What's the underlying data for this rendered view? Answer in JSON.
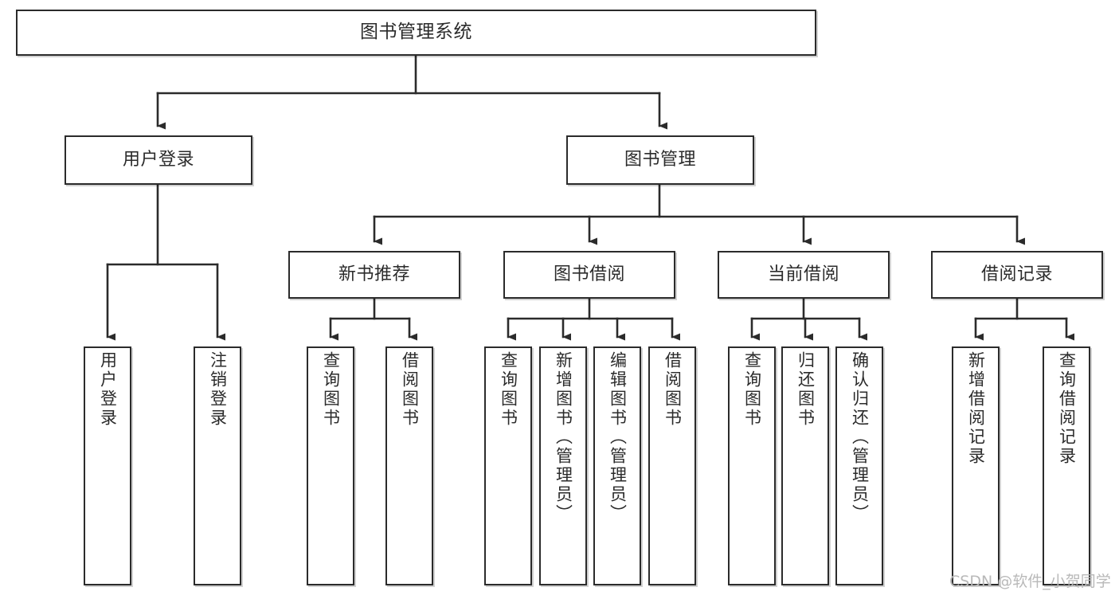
{
  "diagram": {
    "title": "图书管理系统",
    "type": "tree",
    "orientation": "top-down",
    "line_color": "#2b2b2b",
    "box_fill": "#ffffff",
    "text_color": "#2b2b2b"
  },
  "nodes": {
    "root": {
      "label": "图书管理系统"
    },
    "level2": [
      {
        "id": "user-login",
        "label": "用户登录"
      },
      {
        "id": "book-management",
        "label": "图书管理"
      }
    ],
    "level3": [
      {
        "id": "new-book-recommend",
        "label": "新书推荐"
      },
      {
        "id": "book-borrow",
        "label": "图书借阅"
      },
      {
        "id": "current-borrow",
        "label": "当前借阅"
      },
      {
        "id": "borrow-record",
        "label": "借阅记录"
      }
    ],
    "leaves": {
      "user_login": [
        {
          "id": "leaf-user-login",
          "label": "用户登录"
        },
        {
          "id": "leaf-logout-login",
          "label": "注销登录"
        }
      ],
      "new_book_recommend": [
        {
          "id": "leaf-query-book-1",
          "label": "查询图书"
        },
        {
          "id": "leaf-borrow-book-1",
          "label": "借阅图书"
        }
      ],
      "book_borrow": [
        {
          "id": "leaf-query-book-2",
          "label": "查询图书"
        },
        {
          "id": "leaf-add-book",
          "label": "新增图书（管理员）"
        },
        {
          "id": "leaf-edit-book",
          "label": "编辑图书（管理员）"
        },
        {
          "id": "leaf-borrow-book-2",
          "label": "借阅图书"
        }
      ],
      "current_borrow": [
        {
          "id": "leaf-query-book-3",
          "label": "查询图书"
        },
        {
          "id": "leaf-return-book",
          "label": "归还图书"
        },
        {
          "id": "leaf-confirm-return",
          "label": "确认归还（管理员）"
        }
      ],
      "borrow_record": [
        {
          "id": "leaf-add-record",
          "label": "新增借阅记录"
        },
        {
          "id": "leaf-query-record",
          "label": "查询借阅记录"
        }
      ]
    }
  },
  "watermark": {
    "text": "CSDN @软件_小贺同学",
    "color": "#b9b9b9"
  }
}
